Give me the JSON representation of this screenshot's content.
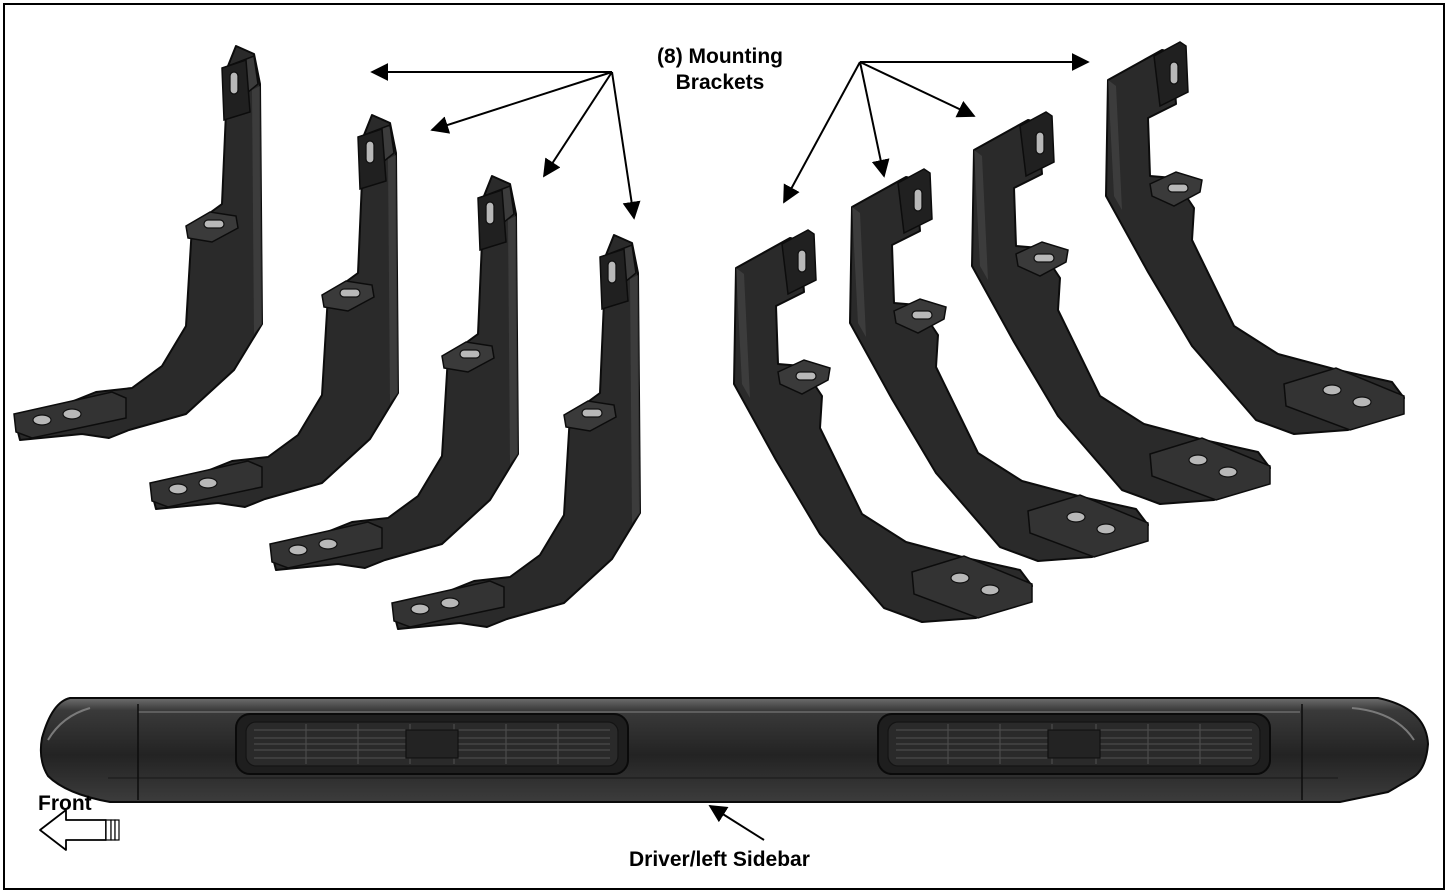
{
  "labels": {
    "brackets_line1": "(8) Mounting",
    "brackets_line2": "Brackets",
    "sidebar": "Driver/left Sidebar",
    "front": "Front"
  },
  "parts": {
    "bracket_count": 8
  },
  "colors": {
    "part_fill": "#2b2b2b",
    "part_edge": "#0d0d0d",
    "highlight": "#555555",
    "border": "#000000",
    "background": "#ffffff"
  },
  "icons": {
    "front_arrow": "left-arrow-icon"
  }
}
